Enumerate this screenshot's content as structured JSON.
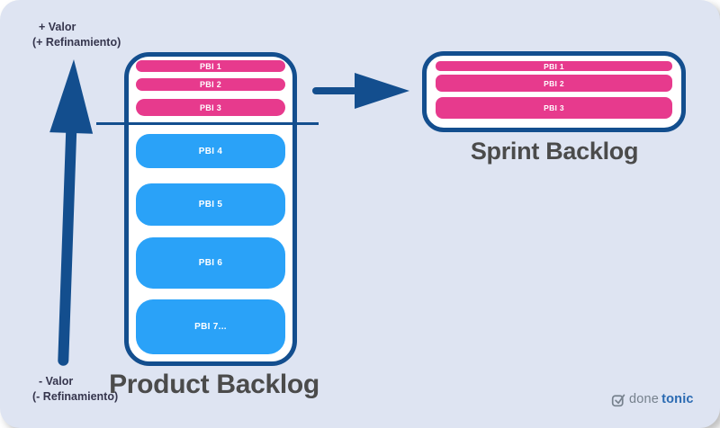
{
  "colors": {
    "background": "#dee4f2",
    "navy": "#134e8e",
    "pink": "#e73a8d",
    "blue": "#2aa2f8",
    "label": "#4b4b4b",
    "axis_text": "#35354d"
  },
  "axis": {
    "top_line1": "+ Valor",
    "top_line2": "(+ Refinamiento)",
    "bottom_line1": "- Valor",
    "bottom_line2": "(- Refinamiento)"
  },
  "product_backlog": {
    "title": "Product Backlog",
    "items": [
      {
        "label": "PBI 1",
        "state": "refined"
      },
      {
        "label": "PBI 2",
        "state": "refined"
      },
      {
        "label": "PBI 3",
        "state": "refined"
      },
      {
        "label": "PBI 4",
        "state": "unrefined"
      },
      {
        "label": "PBI 5",
        "state": "unrefined"
      },
      {
        "label": "PBI 6",
        "state": "unrefined"
      },
      {
        "label": "PBI 7...",
        "state": "unrefined"
      }
    ]
  },
  "sprint_backlog": {
    "title": "Sprint Backlog",
    "items": [
      {
        "label": "PBI 1"
      },
      {
        "label": "PBI 2"
      },
      {
        "label": "PBI 3"
      }
    ]
  },
  "logo": {
    "text_gray": "done",
    "text_blue": "tonic"
  }
}
